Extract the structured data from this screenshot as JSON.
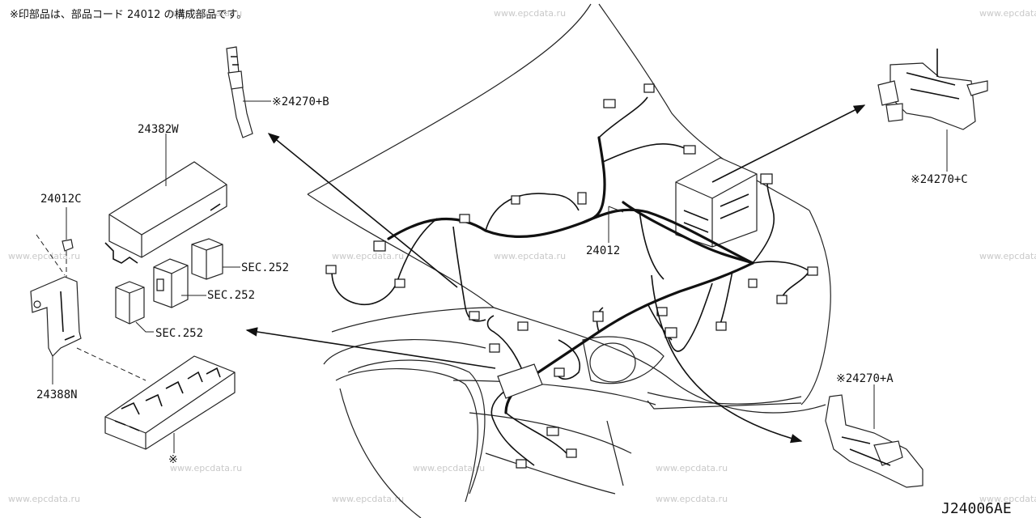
{
  "header_note": "※印部品は、部品コード 24012 の構成部品です。",
  "figure_code": "J24006AE",
  "watermark_text": "www.epcdata.ru",
  "labels": {
    "harness_main": "24012",
    "fuse_cover": "24382W",
    "clip": "24012C",
    "bracket": "24388N",
    "relay_a": "SEC.252",
    "relay_b": "SEC.252",
    "relay_c": "SEC.252",
    "protector_b": "※24270+B",
    "protector_c": "※24270+C",
    "protector_a": "※24270+A",
    "fuse_box_mark": "※"
  }
}
